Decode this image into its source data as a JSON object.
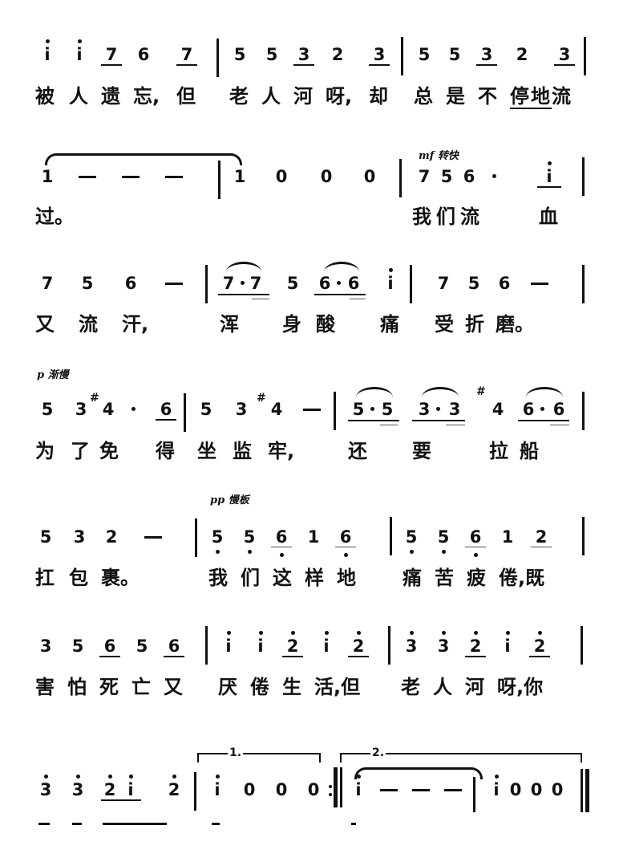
{
  "score": {
    "rows": [
      {
        "notes": [
          "i",
          "i",
          "7",
          "6",
          "7",
          "5",
          "5",
          "3",
          "2",
          "3",
          "5",
          "5",
          "3",
          "2",
          "3"
        ],
        "lyrics": "被 人 遗 忘, 但   老 人 河  呀, 却   总  是  不  停地流"
      },
      {
        "notes": [
          "1",
          "—",
          "—",
          "—",
          "1",
          "0",
          "0",
          "0",
          "7",
          "5",
          "6",
          "·",
          "i"
        ],
        "marking": "mf 转快",
        "lyrics_left": "过。",
        "lyrics_right": "我 们 流     血"
      },
      {
        "notes": [
          "7",
          "5",
          "6",
          "—",
          "7·7",
          "5",
          "6·6",
          "i",
          "7",
          "5",
          "6",
          "—"
        ],
        "lyrics": "又  流  汗,      浑     身  酸      痛    受 折 磨。"
      },
      {
        "marking": "p 渐慢",
        "notes": [
          "5",
          "3",
          "#4",
          "·",
          "6",
          "5",
          "3",
          "#4",
          "—",
          "5·5",
          "3·3",
          "#4",
          "6·6"
        ],
        "lyrics": "为 了 免    得   坐 监   牢,    还      要          拉  船"
      },
      {
        "marking": "pp 慢板",
        "notes": [
          "5",
          "3",
          "2",
          "—",
          "5",
          "5",
          "6",
          "1",
          "6",
          "5",
          "5",
          "6",
          "1",
          "2"
        ],
        "lyrics": "扛 包 裹。         我 们 这 样 地     痛 苦 疲 倦,既"
      },
      {
        "notes": [
          "3",
          "5",
          "6",
          "5",
          "6",
          "i",
          "i",
          "2",
          "i",
          "2",
          "3",
          "3",
          "2",
          "i",
          "2"
        ],
        "lyrics": "害 怕 死 亡 又   厌 倦 生 活,但    老 人 河 呀,你"
      },
      {
        "notes": [
          "3",
          "3",
          "2",
          "i",
          "2",
          "i",
          "0",
          "0",
          "0",
          "i",
          "—",
          "—",
          "—",
          "i",
          "0",
          "0",
          "0"
        ],
        "volta1": "1.",
        "volta2": "2."
      }
    ]
  },
  "text": {
    "r1_notes": [
      "i",
      "i",
      "7",
      "6",
      "7",
      "5",
      "5",
      "3",
      "2",
      "3",
      "5",
      "5",
      "3",
      "2",
      "3"
    ],
    "r1_lyrics": [
      "被",
      "人",
      "遗",
      "忘,",
      "但",
      "老",
      "人",
      "河",
      "呀,",
      "却",
      "总",
      "是",
      "不",
      "停",
      "地",
      "流"
    ],
    "r2_notes": [
      "1",
      "—",
      "—",
      "—",
      "1",
      "0",
      "0",
      "0",
      "7",
      "5",
      "6",
      "·",
      "i"
    ],
    "r2_mark": "mf 转快",
    "r2_lyrics": [
      "过。",
      "我",
      "们",
      "流",
      "血"
    ],
    "r3_notes": [
      "7",
      "5",
      "6",
      "—",
      "7",
      "·",
      "7",
      "5",
      "6",
      "·",
      "6",
      "i",
      "7",
      "5",
      "6",
      "—"
    ],
    "r3_lyrics": [
      "又",
      "流",
      "汗,",
      "浑",
      "身",
      "酸",
      "痛",
      "受",
      "折",
      "磨。"
    ],
    "r4_mark": "p 渐慢",
    "r4_notes": [
      "5",
      "3",
      "4",
      "·",
      "6",
      "5",
      "3",
      "4",
      "—",
      "5",
      "·",
      "5",
      "3",
      "·",
      "3",
      "4",
      "6",
      "·",
      "6"
    ],
    "r4_sharp": "#",
    "r4_lyrics": [
      "为",
      "了",
      "免",
      "得",
      "坐",
      "监",
      "牢,",
      "还",
      "要",
      "拉",
      "船"
    ],
    "r5_mark": "pp 慢板",
    "r5_notes": [
      "5",
      "3",
      "2",
      "—",
      "5",
      "5",
      "6",
      "1",
      "6",
      "5",
      "5",
      "6",
      "1",
      "2"
    ],
    "r5_lyrics": [
      "扛",
      "包",
      "裹。",
      "我",
      "们",
      "这",
      "样",
      "地",
      "痛",
      "苦",
      "疲",
      "倦,既"
    ],
    "r6_notes": [
      "3",
      "5",
      "6",
      "5",
      "6",
      "i",
      "i",
      "2",
      "i",
      "2",
      "3",
      "3",
      "2",
      "i",
      "2"
    ],
    "r6_lyrics": [
      "害",
      "怕",
      "死",
      "亡",
      "又",
      "厌",
      "倦",
      "生",
      "活,但",
      "老",
      "人",
      "河",
      "呀,你"
    ],
    "r7_notes": [
      "3",
      "3",
      "2",
      "i",
      "2",
      "i",
      "0",
      "0",
      "0",
      "i",
      "—",
      "—",
      "—",
      "i",
      "0",
      "0",
      "0"
    ],
    "r7_volta1": "1.",
    "r7_volta2": "2."
  }
}
